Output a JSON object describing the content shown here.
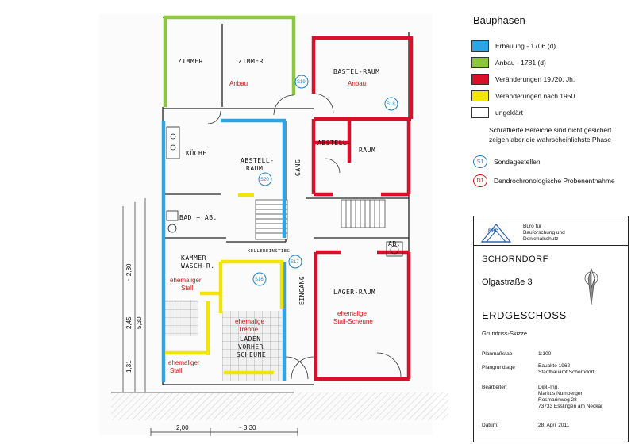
{
  "legend": {
    "title": "Bauphasen",
    "phases": [
      {
        "label": "Erbauung - 1706 (d)",
        "color": "#2aa6e8"
      },
      {
        "label": "Anbau - 1781 (d)",
        "color": "#8cc63f"
      },
      {
        "label": "Veränderungen 19./20. Jh.",
        "color": "#d8102a"
      },
      {
        "label": "Veränderungen nach 1950",
        "color": "#f2e600"
      },
      {
        "label": "ungeklärt",
        "color": "#ffffff"
      }
    ],
    "note": "Schraffierte Bereiche sind nicht gesichert zeigen aber die wahrscheinlichste Phase",
    "probe_symbol": "S1",
    "probe_label": "Sondagestellen",
    "dendro_symbol": "D1",
    "dendro_label": "Dendrochronologische Probenentnahme"
  },
  "titleblock": {
    "logo_text": "BBD",
    "firm_line1": "Büro für",
    "firm_line2": "Bauforschung und",
    "firm_line3": "Denkmalschutz",
    "city": "SCHORNDORF",
    "street": "Olgastraße 3",
    "floor": "ERDGESCHOSS",
    "subtitle": "Grundriss-Skizze",
    "scale_label": "Planmaßstab",
    "scale_value": "1:100",
    "basis_label": "Plangrundlage",
    "basis_line1": "Bauakte 1962",
    "basis_line2": "Stadtbauamt Schorndorf",
    "author_label": "Bearbeiter:",
    "author_line1": "Dipl.-Ing.",
    "author_line2": "Markus Numberger",
    "author_line3": "Rosmarinweg 28",
    "author_line4": "73733 Esslingen am Neckar",
    "date_label": "Datum:",
    "date_value": "28. April 2011"
  },
  "plan": {
    "rooms": {
      "zimmer1": "ZIMMER",
      "zimmer2": "ZIMMER",
      "bastelraum": "BASTEL-RAUM",
      "kueche": "KÜCHE",
      "abstellraum1": "ABSTELL-",
      "abstellraum2": "RAUM",
      "abstell_small": "ABSTELL-",
      "raum_small": "RAUM",
      "gang": "GANG",
      "bad": "BAD + AB.",
      "ab": "AB.",
      "kammer1": "KAMMER",
      "kammer2": "WASCH-R.",
      "lagerraum": "LAGER-RAUM",
      "eingang": "EINGANG",
      "laden1": "LADEN",
      "laden2": "VORHER",
      "laden3": "SCHEUNE",
      "kellereinstieg": "KELLEREINSTIEG"
    },
    "notes": {
      "anbau1": "Anbau",
      "anbau2": "Anbau",
      "stall1a": "ehemaliger",
      "stall1b": "Stall",
      "trenne_a": "ehemalige",
      "trenne_b": "Trenne",
      "stall2a": "ehemaliger",
      "stall2b": "Stall",
      "scheune_a": "ehemalige",
      "scheune_b": "Stall-Scheune"
    },
    "probes": [
      "S19",
      "S18",
      "S20",
      "S17",
      "S16"
    ],
    "dims": {
      "d1": "2,00",
      "d2": "~ 3,30",
      "d3": "~ 2,80",
      "d4": "5,30",
      "d5": "2,45",
      "d6": "1,31"
    }
  }
}
